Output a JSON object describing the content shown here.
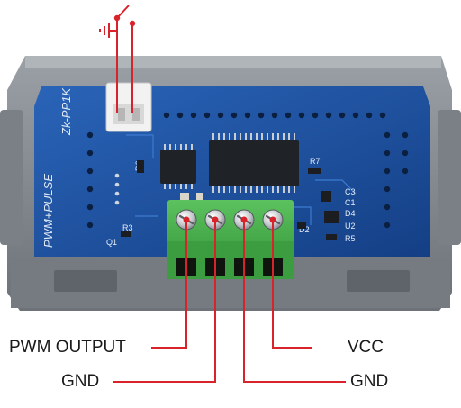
{
  "board": {
    "model_text": "Zk-PP1K",
    "side_text": "PWM+PULSE",
    "silkscreen": [
      "R6",
      "R3",
      "Q1",
      "R7",
      "C3",
      "C1",
      "D4",
      "U2",
      "R5",
      "D2"
    ]
  },
  "terminals": {
    "pwm_output": "PWM OUTPUT",
    "gnd_left": "GND",
    "vcc": "VCC",
    "gnd_right": "GND"
  },
  "colors": {
    "pcb": "#1a4f9e",
    "case": "#8a8f96",
    "terminal_block": "#4caf4f",
    "leader_line": "#d9232b",
    "connector": "#f2f2f2"
  },
  "icons": {
    "switch": "switch-symbol-icon",
    "ground": "ground-symbol-icon"
  }
}
